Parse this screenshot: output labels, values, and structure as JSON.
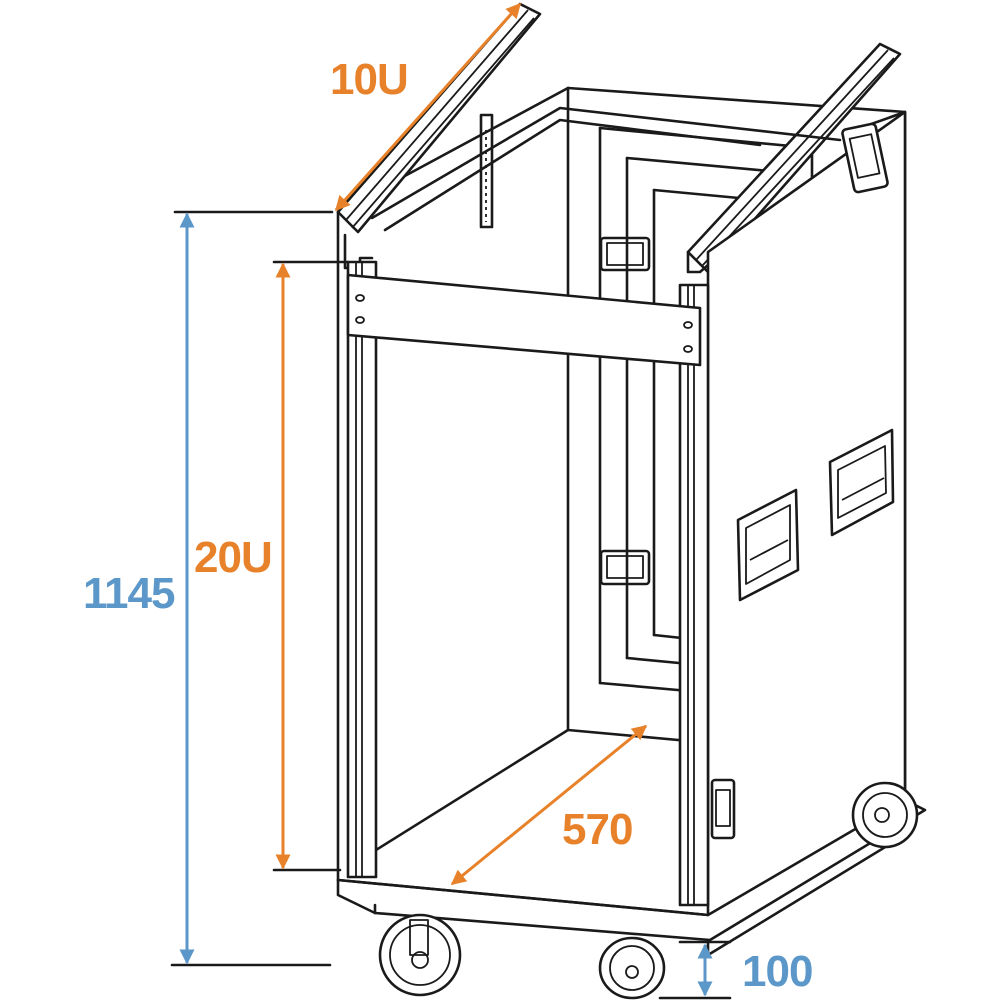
{
  "diagram": {
    "subject": "Rack flight case with casters and angled top rails",
    "colors": {
      "line": "#1a1a1a",
      "dimension_orange": "#E8822A",
      "dimension_blue": "#5B97C8",
      "background": "#ffffff"
    },
    "dimensions": {
      "top_rack": {
        "label": "10U",
        "color": "#E8822A",
        "direction": "diagonal"
      },
      "front_rack": {
        "label": "20U",
        "color": "#E8822A",
        "direction": "vertical"
      },
      "total_height": {
        "label": "1145",
        "color": "#5B97C8",
        "direction": "vertical"
      },
      "depth": {
        "label": "570",
        "color": "#E8822A",
        "direction": "diagonal"
      },
      "wheel_height": {
        "label": "100",
        "color": "#5B97C8",
        "direction": "vertical"
      }
    },
    "parts": [
      "case-body",
      "front-rack-rails",
      "top-rack-rails",
      "rack-panel-bar",
      "side-handles",
      "back-handles",
      "butterfly-latches",
      "caster-wheels",
      "base-plate"
    ]
  }
}
